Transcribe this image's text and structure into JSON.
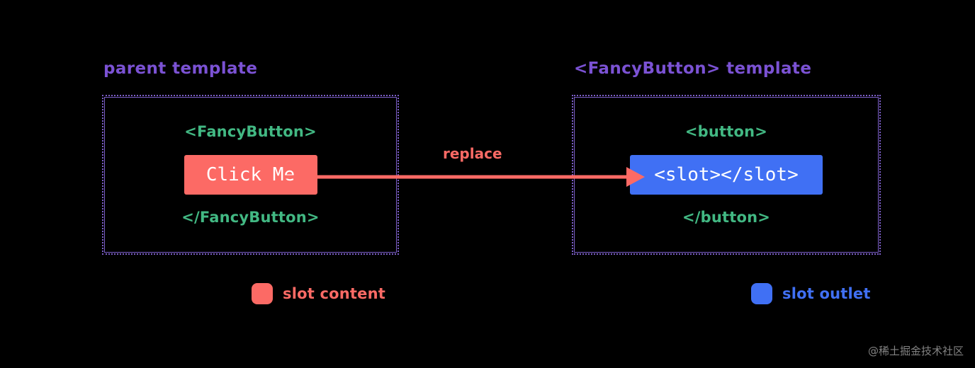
{
  "background_color": "#000000",
  "panels": {
    "left": {
      "title": "parent template",
      "title_color": "#7B52D4",
      "border_color": "#7B5EC7",
      "open_tag": "<FancyButton>",
      "close_tag": "</FancyButton>",
      "chip": {
        "label": "Click Me",
        "background": "#FC6A65",
        "text_color": "#FFFFFF"
      }
    },
    "right": {
      "title": "<FancyButton> template",
      "title_color": "#7B52D4",
      "border_color": "#7B5EC7",
      "open_tag": "<button>",
      "close_tag": "</button>",
      "chip": {
        "label": "<slot></slot>",
        "background": "#4070F4",
        "text_color": "#FFFFFF"
      }
    }
  },
  "arrow": {
    "label": "replace",
    "color": "#FC6A65",
    "direction": "left-to-right"
  },
  "legend": [
    {
      "label": "slot content",
      "color": "#FC6A65"
    },
    {
      "label": "slot outlet",
      "color": "#4070F4"
    }
  ],
  "tag_text_color": "#42B883",
  "watermark": "@稀土掘金技术社区"
}
